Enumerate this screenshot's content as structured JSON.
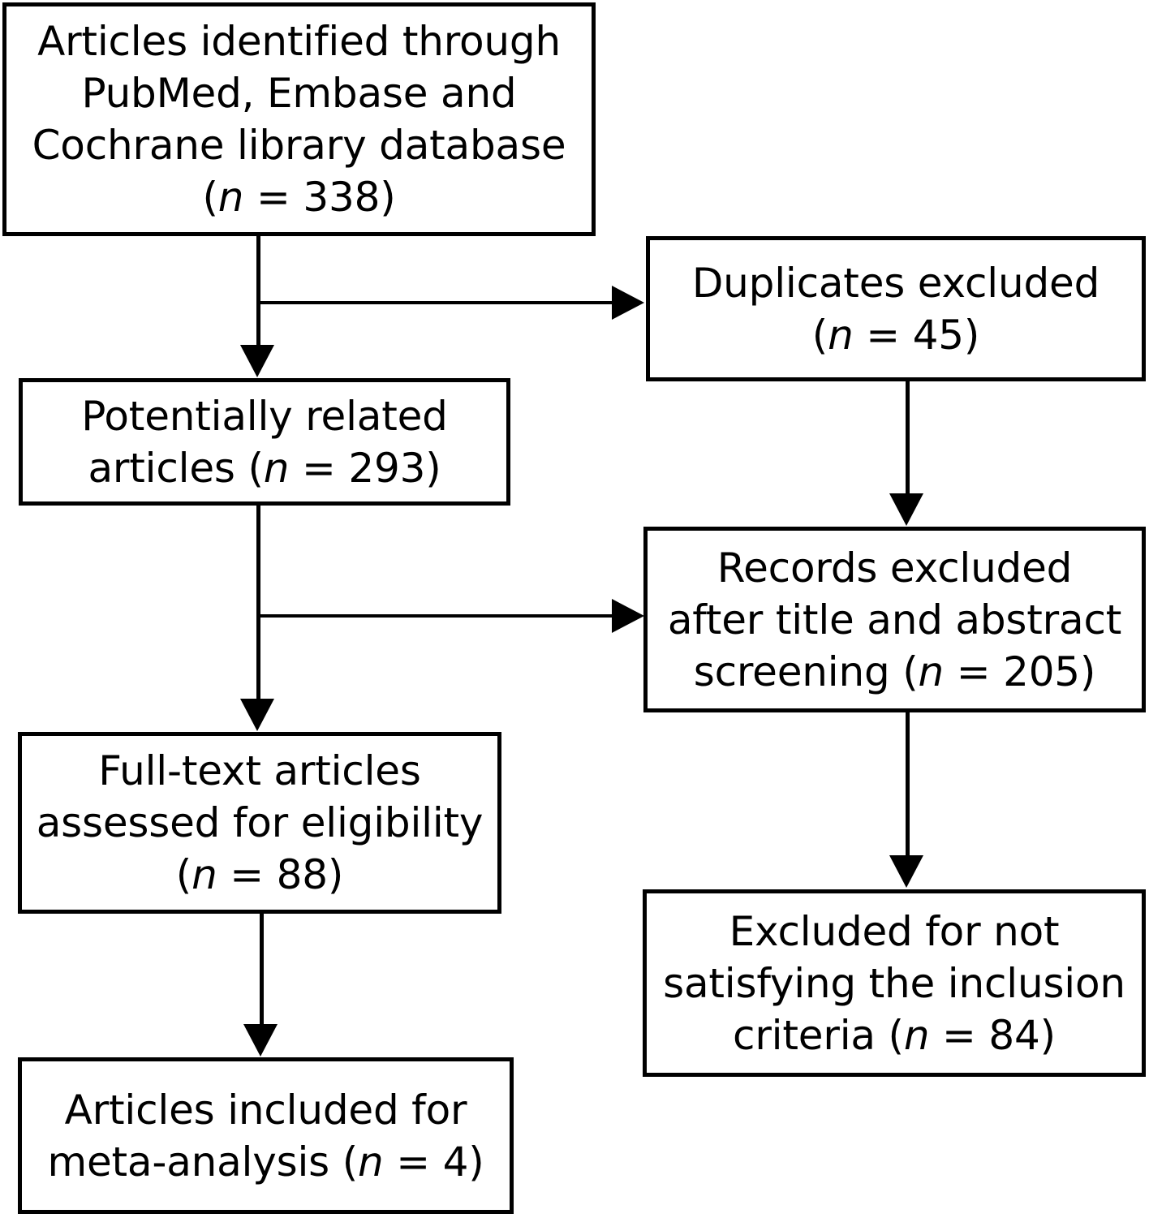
{
  "diagram": {
    "title": "PRISMA study selection flow diagram",
    "type": "flowchart",
    "colors": {
      "stroke": "#000000",
      "fill": "#ffffff",
      "text": "#000000"
    },
    "nodes": {
      "identified": {
        "label": "Articles identified through\nPubMed, Embase and\nCochrane library database\n(n = 338)",
        "line1": "Articles identified through",
        "line2": "PubMed, Embase and",
        "line3": "Cochrane library database",
        "n_prefix": "(",
        "n_symbol": "n",
        "n_value": " = 338)",
        "count": 338
      },
      "duplicates": {
        "label": "Duplicates excluded\n(n = 45)",
        "line1": "Duplicates excluded",
        "n_prefix": "(",
        "n_symbol": "n",
        "n_value": " = 45)",
        "count": 45
      },
      "potentially_related": {
        "label": "Potentially related\narticles (n = 293)",
        "line1": "Potentially related",
        "line2": "articles ",
        "n_prefix": "(",
        "n_symbol": "n",
        "n_value": " = 293)",
        "count": 293
      },
      "records_excluded": {
        "label": "Records excluded\nafter title and abstract\nscreening (n = 205)",
        "line1": "Records excluded",
        "line2": "after title and abstract",
        "line3": "screening ",
        "n_prefix": "(",
        "n_symbol": "n",
        "n_value": " = 205)",
        "count": 205
      },
      "fulltext": {
        "label": "Full-text articles\nassessed for eligibility\n(n = 88)",
        "line1": "Full-text articles",
        "line2": "assessed for eligibility",
        "n_prefix": "(",
        "n_symbol": "n",
        "n_value": " = 88)",
        "count": 88
      },
      "excluded_criteria": {
        "label": "Excluded for not\nsatisfying the inclusion\ncriteria (n = 84)",
        "line1": "Excluded for not",
        "line2": "satisfying the inclusion",
        "line3": "criteria ",
        "n_prefix": "(",
        "n_symbol": "n",
        "n_value": " = 84)",
        "count": 84
      },
      "included": {
        "label": "Articles included for\nmeta-analysis (n = 4)",
        "line1": "Articles included for",
        "line2": "meta-analysis ",
        "n_prefix": "(",
        "n_symbol": "n",
        "n_value": " = 4)",
        "count": 4
      }
    },
    "edges": [
      {
        "from": "identified",
        "to": "potentially_related",
        "direction": "down"
      },
      {
        "from": "identified",
        "to": "duplicates",
        "direction": "right"
      },
      {
        "from": "duplicates",
        "to": "records_excluded",
        "direction": "down"
      },
      {
        "from": "potentially_related",
        "to": "fulltext",
        "direction": "down"
      },
      {
        "from": "potentially_related",
        "to": "records_excluded",
        "direction": "right"
      },
      {
        "from": "records_excluded",
        "to": "excluded_criteria",
        "direction": "down"
      },
      {
        "from": "fulltext",
        "to": "included",
        "direction": "down"
      }
    ]
  }
}
